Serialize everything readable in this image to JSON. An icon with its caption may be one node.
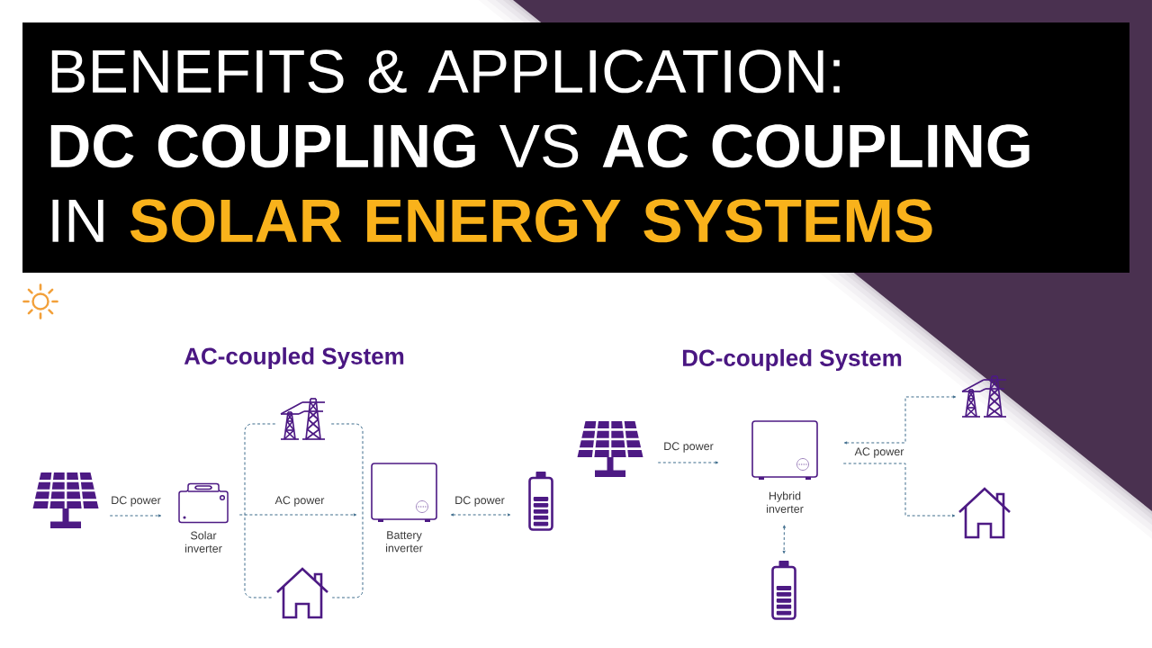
{
  "diagram": {
    "title": "BENEFITS & APPLICATION: **DC COUPLING** VS **AC COUPLING** IN **SOLAR ENERGY SYSTEMS**",
    "nodes": [
      {
        "text": [],
        "shape": "picture"
      },
      {
        "text": [
          "Solar inverter"
        ]
      },
      {
        "text": [],
        "shape": "picture"
      },
      {
        "text": [],
        "shape": "picture"
      },
      {
        "text": [
          "Battery inverter"
        ]
      },
      {
        "text": [],
        "shape": "picture"
      },
      {
        "text": [],
        "shape": "picture"
      },
      {
        "text": [
          "Hybrid inverter"
        ]
      },
      {
        "text": [],
        "shape": "picture"
      },
      {
        "text": [],
        "shape": "picture"
      },
      {
        "text": [],
        "shape": "picture"
      }
    ],
    "edges": [
      {
        "from": 0,
        "to": 1,
        "arrow": "to",
        "label": "DC power",
        "style": "dashed"
      },
      {
        "from": 2,
        "to": 3,
        "arrow": "none",
        "style": "dashed"
      },
      {
        "from": 2,
        "to": 3,
        "arrow": "none",
        "style": "dashed"
      },
      {
        "from": 1,
        "to": 4,
        "arrow": "to",
        "label": "AC power",
        "style": "dashed"
      },
      {
        "from": 4,
        "to": 5,
        "arrow": "both",
        "label": "DC power",
        "style": "dashed"
      },
      {
        "from": 6,
        "to": 7,
        "arrow": "to",
        "label": "DC power",
        "style": "dashed"
      },
      {
        "from": 7,
        "to": 8,
        "arrow": "both",
        "label": "AC power",
        "style": "dashed"
      },
      {
        "from": 7,
        "to": 9,
        "arrow": "to",
        "style": "dashed"
      },
      {
        "from": 7,
        "to": 10,
        "arrow": "both",
        "style": "dashed"
      }
    ],
    "labels": [
      "AC-coupled System",
      "DC-coupled System"
    ]
  }
}
